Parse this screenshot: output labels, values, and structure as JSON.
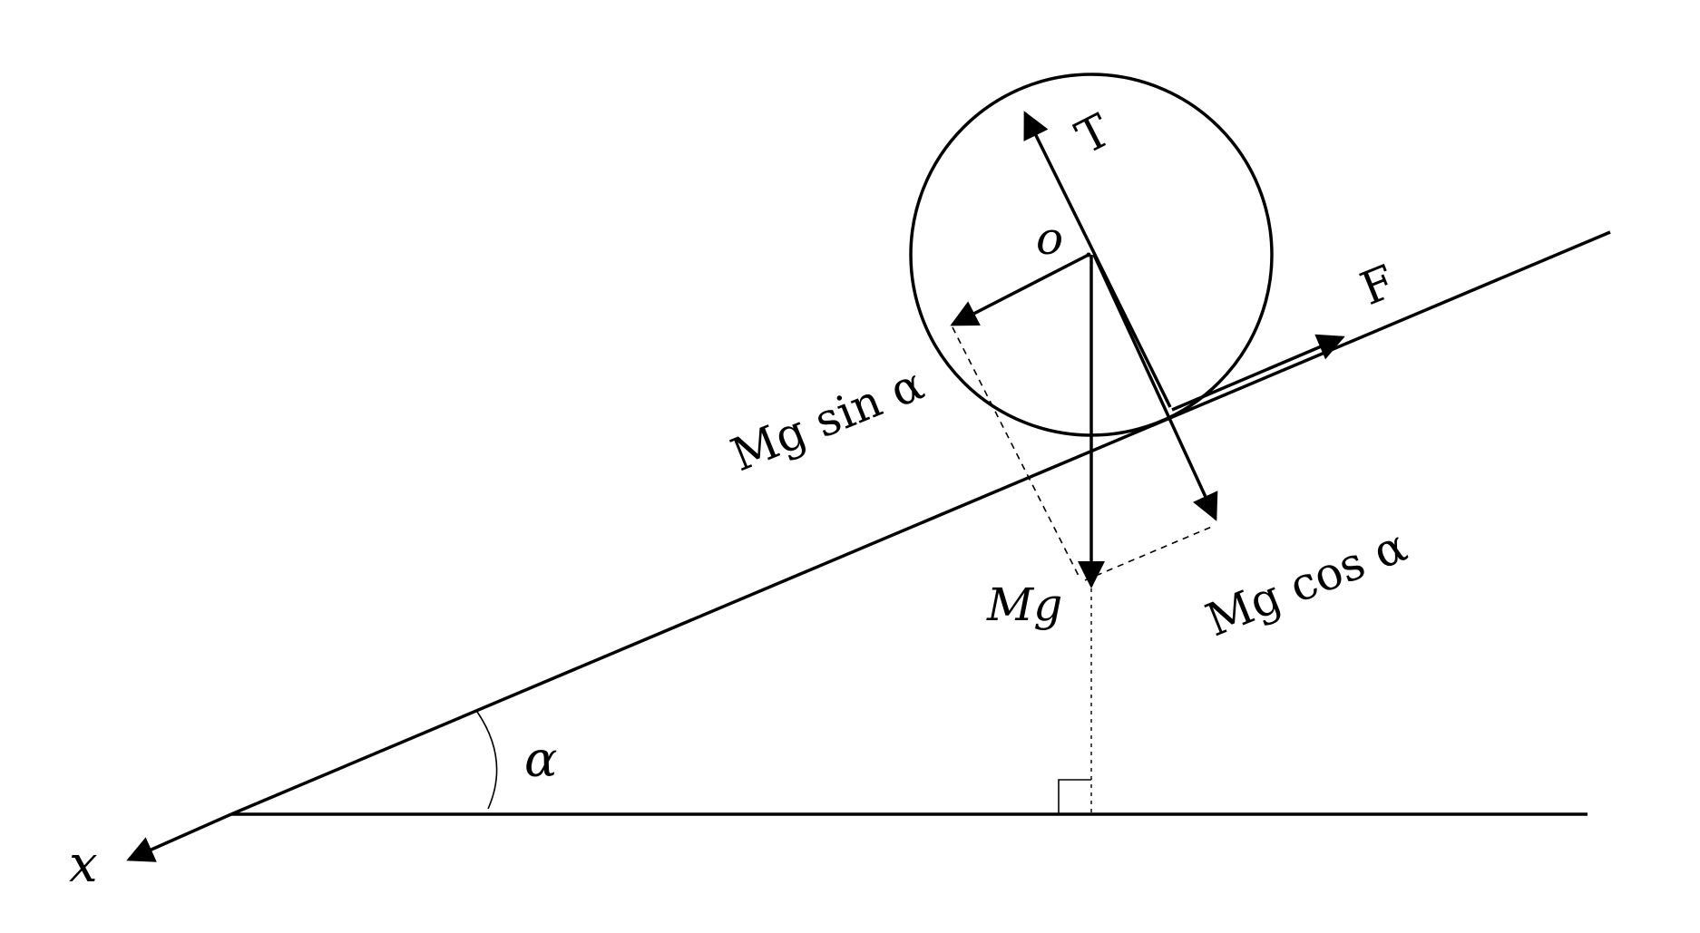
{
  "labels": {
    "tension": "T",
    "center": "o",
    "friction": "F",
    "weight_parallel": "Mg sin α",
    "weight_perpendicular": "Mg cos α",
    "weight": "Mg",
    "angle": "α",
    "axis": "x"
  },
  "colors": {
    "ink": "#000000",
    "background": "#ffffff"
  }
}
